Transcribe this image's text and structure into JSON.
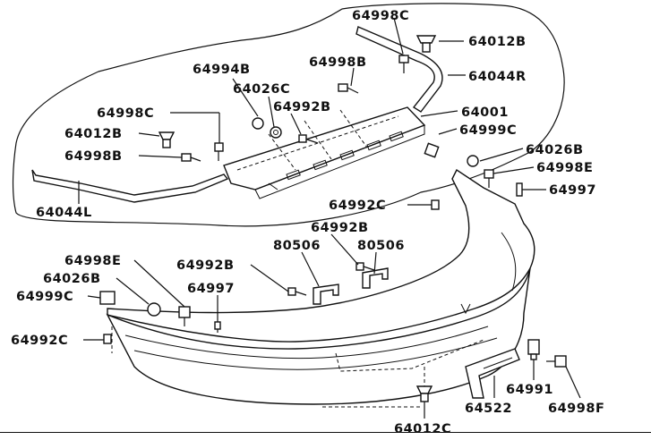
{
  "parts": {
    "p64998C_top": "64998C",
    "p64012B_top": "64012B",
    "p64998B_top": "64998B",
    "p64044R": "64044R",
    "p64994B": "64994B",
    "p64026C": "64026C",
    "p64992B_top": "64992B",
    "p64001": "64001",
    "p64998C_left": "64998C",
    "p64012B_left": "64012B",
    "p64998B_left": "64998B",
    "p64044L": "64044L",
    "p64999C_right": "64999C",
    "p64026B_right": "64026B",
    "p64998E_right": "64998E",
    "p64997_right": "64997",
    "p64992C_mid": "64992C",
    "p64992B_mid": "64992B",
    "p80506_a": "80506",
    "p80506_b": "80506",
    "p64998E_left": "64998E",
    "p64026B_left": "64026B",
    "p64999C_left": "64999C",
    "p64992B_lower": "64992B",
    "p64997_lower": "64997",
    "p64992C_left": "64992C",
    "p64991": "64991",
    "p64522": "64522",
    "p64998F": "64998F",
    "p64012C": "64012C"
  }
}
